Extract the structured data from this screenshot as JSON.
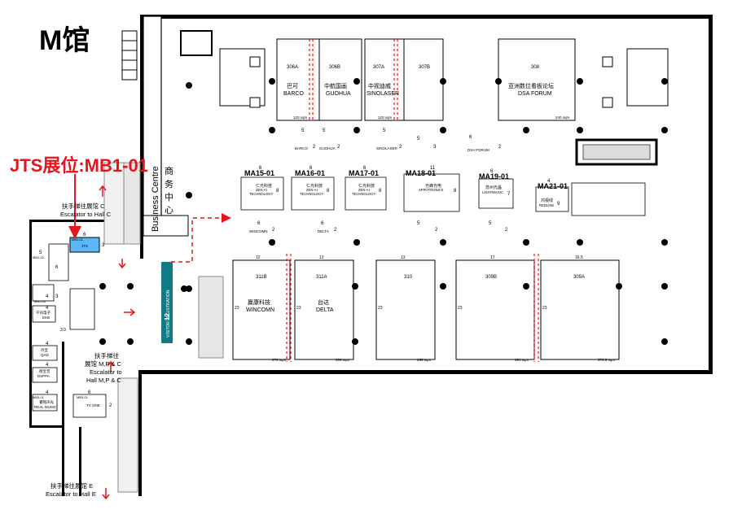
{
  "hall_title": "M馆",
  "jts_label": "JTS展位:MB1-01",
  "business_centre": {
    "cn": "商务中心",
    "en": "Business Centre"
  },
  "registration": {
    "label": "VISITOR REGISTRATION",
    "num": "12"
  },
  "escalators": {
    "c_cn": "扶手梯往展馆 C",
    "c_en": "Escalator to Hall C",
    "mpc_cn1": "扶手梯往",
    "mpc_cn2": "展馆 M,P & C",
    "mpc_en1": "Escalator to",
    "mpc_en2": "Hall M,P & C",
    "e_cn": "扶手梯往展馆 E",
    "e_en": "Escalator to Hall E"
  },
  "top_rooms": [
    {
      "id": "306A",
      "cn": "巴可",
      "en": "BARCO"
    },
    {
      "id": "306B",
      "cn": "中航国画",
      "en": "GUOHUA"
    },
    {
      "id": "307A",
      "cn": "中视迪威",
      "en": "SINOLASER"
    },
    {
      "id": "307B",
      "cn": "",
      "en": ""
    },
    {
      "id": "308",
      "cn": "亚洲数位看板论坛",
      "en": "DSA FORUM"
    }
  ],
  "room_sqm": [
    "120 sqm",
    "120 sqm",
    "240 sqm"
  ],
  "small_booths": [
    {
      "num": "5",
      "sub": "306A",
      "name": "BARCO",
      "side": "2"
    },
    {
      "num": "5",
      "sub": "306B",
      "name": "GUOHUA",
      "side": "2"
    },
    {
      "num": "5",
      "sub": "307A",
      "name": "SINOLASER",
      "side": "2"
    },
    {
      "num": "5",
      "sub": "307B",
      "name": "",
      "side": "3"
    },
    {
      "num": "6",
      "sub": "308",
      "name": "DSA FORUM",
      "side": "2"
    }
  ],
  "booths": [
    {
      "id": "MA15-01",
      "w": "6",
      "cn": "仁光科技",
      "en1": "ZEN-AI",
      "en2": "TECHNOLOGY",
      "d": "8"
    },
    {
      "id": "MA16-01",
      "w": "6",
      "cn": "仁光科技",
      "en1": "ZEN-AI",
      "en2": "TECHNOLOGY",
      "d": "8"
    },
    {
      "id": "MA17-01",
      "w": "6",
      "cn": "仁光科技",
      "en1": "ZEN-AI",
      "en2": "TECHNOLOGY",
      "d": "8"
    },
    {
      "id": "MA18-01",
      "w": "11",
      "cn": "光峰光电",
      "en1": "APPOTRONICS",
      "en2": "",
      "d": "8"
    },
    {
      "id": "MA19-01",
      "w": "6",
      "cn": "苏州光晶",
      "en1": "LIGHTMAGIC",
      "en2": "",
      "d": "7"
    },
    {
      "id": "MA21-01",
      "w": "4",
      "cn": "鸿视线",
      "en1": "REDLINE",
      "en2": "",
      "d": "9"
    }
  ],
  "mid_booths": [
    {
      "num": "6",
      "name": "WINCOMN",
      "side": "2"
    },
    {
      "num": "6",
      "name": "DELTA",
      "side": "2"
    },
    {
      "num": "5",
      "name": "",
      "side": "2"
    },
    {
      "num": "5",
      "name": "",
      "side": "2"
    }
  ],
  "bottom_rooms": [
    {
      "id": "311B",
      "cn": "赢康科技",
      "en": "WINCOMN",
      "w": "12",
      "sqm": "276 sqm",
      "d": "23"
    },
    {
      "id": "311A",
      "cn": "台达",
      "en": "DELTA",
      "w": "13",
      "sqm": "299 sqm",
      "d": "23"
    },
    {
      "id": "310",
      "cn": "",
      "en": "",
      "w": "13",
      "sqm": "299 sqm",
      "d": "23"
    },
    {
      "id": "309B",
      "cn": "",
      "en": "",
      "w": "17",
      "sqm": "391 sqm",
      "d": "23"
    },
    {
      "id": "309A",
      "cn": "",
      "en": "",
      "w": "16.5",
      "sqm": "379.5 sqm",
      "d": "23"
    }
  ],
  "left_booths": [
    {
      "id": "MB1-01",
      "name": "JTS",
      "w": "6",
      "d": "3"
    },
    {
      "id": "MB1-02",
      "name": "",
      "w": "5",
      "d": "6"
    },
    {
      "id": "MB1-03",
      "name": "",
      "w": "4",
      "d": "3"
    },
    {
      "id": "MB1-04",
      "cn": "千讯电子",
      "name": "EKB",
      "w": "4",
      "d": "3.0"
    },
    {
      "id": "MB2-01",
      "cn": "丹宝",
      "name": "QAD",
      "w": "4",
      "d": ""
    },
    {
      "id": "MB2-02",
      "cn": "德宝音",
      "name": "DSPPA",
      "w": "4",
      "d": ""
    },
    {
      "id": "MB3-01",
      "cn": "睿铭声光",
      "name": "REAL MUSIC",
      "w": "4",
      "d": ""
    },
    {
      "id": "MB3-01",
      "cn": "",
      "name": "TV ONE",
      "w": "6",
      "d": "2"
    }
  ],
  "colors": {
    "accent_red": "#e3161c",
    "highlight_blue": "#5bb8f5",
    "registration_teal": "#127a86",
    "wall": "#000000"
  }
}
